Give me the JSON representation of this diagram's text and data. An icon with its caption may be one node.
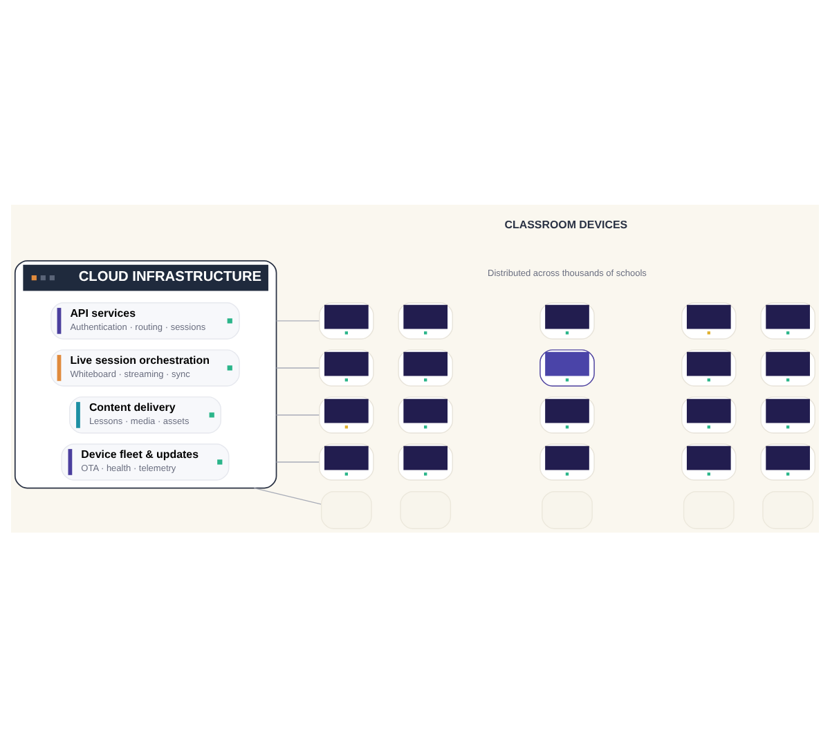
{
  "diagram": {
    "nodes": [
      {
        "text": [
          "CLOUD INFRASTRUCTURE"
        ]
      },
      {
        "text": [
          "API services",
          "Authentication · routing · sessions"
        ],
        "in": 0
      },
      {
        "text": [
          "Live session orchestration",
          "Whiteboard · streaming · sync"
        ],
        "in": 0
      },
      {
        "text": [
          "Content delivery",
          "Lessons · media · assets"
        ],
        "in": 0
      },
      {
        "text": [
          "Device fleet & updates",
          "OTA · health · telemetry"
        ],
        "in": 0
      },
      {
        "text": [],
        "shape": "screen"
      },
      {
        "text": [],
        "shape": "screen"
      },
      {
        "text": [],
        "shape": "screen"
      },
      {
        "text": [],
        "shape": "screen"
      },
      {
        "text": [],
        "shape": "screen"
      },
      {
        "text": [],
        "shape": "screen"
      },
      {
        "text": [],
        "shape": "screen"
      },
      {
        "text": [],
        "shape": "screen"
      },
      {
        "text": [],
        "shape": "screen"
      },
      {
        "text": [],
        "shape": "screen"
      },
      {
        "text": [],
        "shape": "screen"
      },
      {
        "text": [],
        "shape": "screen"
      },
      {
        "text": [],
        "shape": "screen"
      },
      {
        "text": [],
        "shape": "screen"
      },
      {
        "text": [],
        "shape": "screen"
      },
      {
        "text": [],
        "shape": "screen"
      },
      {
        "text": [],
        "shape": "screen"
      },
      {
        "text": [],
        "shape": "screen"
      },
      {
        "text": [],
        "shape": "screen"
      },
      {
        "text": [],
        "shape": "screen"
      },
      {
        "text": [],
        "shape": "box"
      },
      {
        "text": [],
        "shape": "box"
      },
      {
        "text": [],
        "shape": "box"
      },
      {
        "text": [],
        "shape": "box"
      },
      {
        "text": [],
        "shape": "box"
      }
    ],
    "edges": [
      {
        "from": 0,
        "to": 5,
        "arrow": "none"
      },
      {
        "from": 0,
        "to": 10,
        "arrow": "none"
      },
      {
        "from": 0,
        "to": 15,
        "arrow": "none"
      },
      {
        "from": 0,
        "to": 20,
        "arrow": "none"
      },
      {
        "from": 0,
        "to": 25,
        "arrow": "none"
      }
    ],
    "labels": [
      "CLASSROOM DEVICES",
      "Distributed across thousands of schools"
    ]
  }
}
